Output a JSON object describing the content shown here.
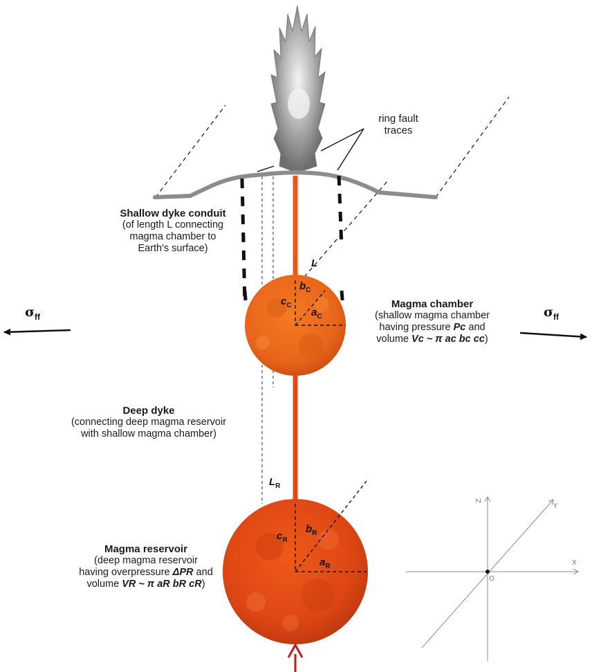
{
  "labels": {
    "ring_fault_line1": "ring fault",
    "ring_fault_line2": "traces",
    "shallow_title": "Shallow dyke conduit",
    "shallow_l1": "(of length L connecting",
    "shallow_l2": "magma chamber to",
    "shallow_l3": "Earth's surface)",
    "chamber_title": "Magma chamber",
    "chamber_l1": "(shallow magma chamber",
    "chamber_l2_pre": "having pressure ",
    "chamber_l2_var": "Pc",
    "chamber_l2_post": " and",
    "chamber_l3_pre": "volume ",
    "chamber_l3_var": "Vc ~ π ac bc cc",
    "chamber_l3_post": ")",
    "deep_title": "Deep dyke",
    "deep_l1": "(connecting deep magma reservoir",
    "deep_l2": "with shallow magma chamber)",
    "reservoir_title": "Magma reservoir",
    "reservoir_l1": "(deep magma reservoir",
    "reservoir_l2_pre": "having overpressure ",
    "reservoir_l2_var": "ΔPR",
    "reservoir_l2_post": " and",
    "reservoir_l3_pre": "volume ",
    "reservoir_l3_var": "VR ~ π aR bR cR",
    "reservoir_l3_post": ")"
  },
  "stress": {
    "symbol": "σ",
    "subscript": "ff"
  },
  "dims": {
    "L": "L",
    "LR": "L",
    "LR_sub": "R",
    "bC": "b",
    "bC_sub": "C",
    "cC": "c",
    "cC_sub": "C",
    "aC": "a",
    "aC_sub": "C",
    "bR": "b",
    "bR_sub": "R",
    "cR": "c",
    "cR_sub": "R",
    "aR": "a",
    "aR_sub": "R"
  },
  "axes": {
    "z": "Z",
    "y": "Y",
    "x": "X",
    "origin": "O"
  },
  "colors": {
    "dyke": "#e8591c",
    "chamber": "#ef6a1a",
    "reservoir": "#e24a14",
    "ground": "#8c8c8c",
    "plume": "#9a9a9a",
    "feed_arrow": "#c0191b"
  }
}
